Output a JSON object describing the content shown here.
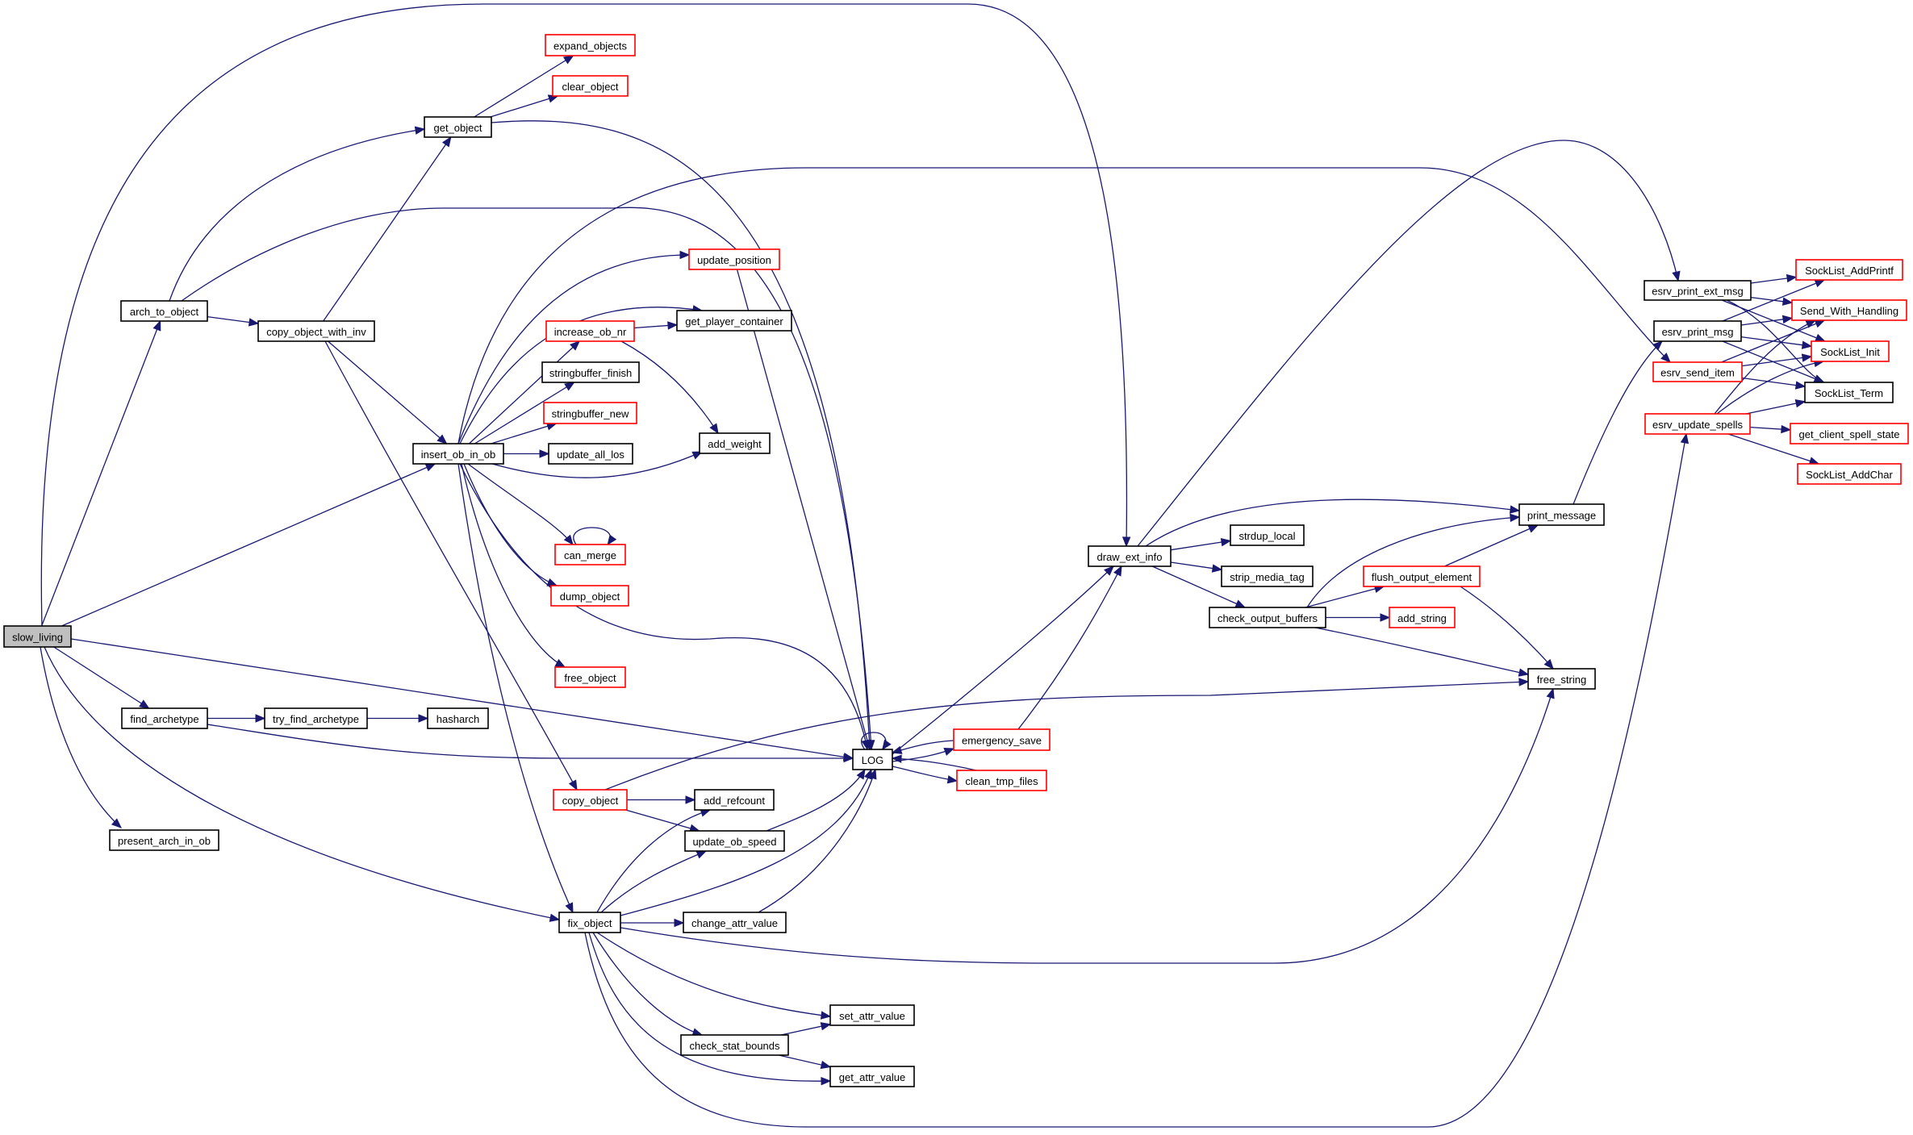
{
  "title": "slow_living call graph",
  "colors": {
    "edge": "#191970",
    "documented_border": "#000000",
    "undocumented_border": "#ff0000",
    "root_fill": "#bfbfbf",
    "node_fill": "#ffffff"
  },
  "nodes": [
    {
      "id": "slow_living",
      "label": "slow_living",
      "root": true,
      "red": false
    },
    {
      "id": "arch_to_object",
      "label": "arch_to_object",
      "red": false
    },
    {
      "id": "copy_object_with_inv",
      "label": "copy_object_with_inv",
      "red": false
    },
    {
      "id": "get_object",
      "label": "get_object",
      "red": false
    },
    {
      "id": "expand_objects",
      "label": "expand_objects",
      "red": true
    },
    {
      "id": "clear_object",
      "label": "clear_object",
      "red": true
    },
    {
      "id": "insert_ob_in_ob",
      "label": "insert_ob_in_ob",
      "red": false
    },
    {
      "id": "update_position",
      "label": "update_position",
      "red": true
    },
    {
      "id": "increase_ob_nr",
      "label": "increase_ob_nr",
      "red": true
    },
    {
      "id": "get_player_container",
      "label": "get_player_container",
      "red": false
    },
    {
      "id": "stringbuffer_finish",
      "label": "stringbuffer_finish",
      "red": false
    },
    {
      "id": "stringbuffer_new",
      "label": "stringbuffer_new",
      "red": true
    },
    {
      "id": "update_all_los",
      "label": "update_all_los",
      "red": false
    },
    {
      "id": "add_weight",
      "label": "add_weight",
      "red": false
    },
    {
      "id": "can_merge",
      "label": "can_merge",
      "red": true
    },
    {
      "id": "dump_object",
      "label": "dump_object",
      "red": true
    },
    {
      "id": "free_object",
      "label": "free_object",
      "red": true
    },
    {
      "id": "find_archetype",
      "label": "find_archetype",
      "red": false
    },
    {
      "id": "try_find_archetype",
      "label": "try_find_archetype",
      "red": false
    },
    {
      "id": "hasharch",
      "label": "hasharch",
      "red": false
    },
    {
      "id": "present_arch_in_ob",
      "label": "present_arch_in_ob",
      "red": false
    },
    {
      "id": "copy_object",
      "label": "copy_object",
      "red": true
    },
    {
      "id": "add_refcount",
      "label": "add_refcount",
      "red": false
    },
    {
      "id": "update_ob_speed",
      "label": "update_ob_speed",
      "red": false
    },
    {
      "id": "fix_object",
      "label": "fix_object",
      "red": false
    },
    {
      "id": "change_attr_value",
      "label": "change_attr_value",
      "red": false
    },
    {
      "id": "set_attr_value",
      "label": "set_attr_value",
      "red": false
    },
    {
      "id": "check_stat_bounds",
      "label": "check_stat_bounds",
      "red": false
    },
    {
      "id": "get_attr_value",
      "label": "get_attr_value",
      "red": false
    },
    {
      "id": "LOG",
      "label": "LOG",
      "red": false
    },
    {
      "id": "emergency_save",
      "label": "emergency_save",
      "red": true
    },
    {
      "id": "clean_tmp_files",
      "label": "clean_tmp_files",
      "red": true
    },
    {
      "id": "draw_ext_info",
      "label": "draw_ext_info",
      "red": false
    },
    {
      "id": "strdup_local",
      "label": "strdup_local",
      "red": false
    },
    {
      "id": "strip_media_tag",
      "label": "strip_media_tag",
      "red": false
    },
    {
      "id": "check_output_buffers",
      "label": "check_output_buffers",
      "red": false
    },
    {
      "id": "flush_output_element",
      "label": "flush_output_element",
      "red": true
    },
    {
      "id": "add_string",
      "label": "add_string",
      "red": true
    },
    {
      "id": "print_message",
      "label": "print_message",
      "red": false
    },
    {
      "id": "free_string",
      "label": "free_string",
      "red": false
    },
    {
      "id": "esrv_print_ext_msg",
      "label": "esrv_print_ext_msg",
      "red": false
    },
    {
      "id": "esrv_print_msg",
      "label": "esrv_print_msg",
      "red": false
    },
    {
      "id": "esrv_send_item",
      "label": "esrv_send_item",
      "red": true
    },
    {
      "id": "esrv_update_spells",
      "label": "esrv_update_spells",
      "red": true
    },
    {
      "id": "SockList_AddPrintf",
      "label": "SockList_AddPrintf",
      "red": true
    },
    {
      "id": "Send_With_Handling",
      "label": "Send_With_Handling",
      "red": true
    },
    {
      "id": "SockList_Init",
      "label": "SockList_Init",
      "red": true
    },
    {
      "id": "SockList_Term",
      "label": "SockList_Term",
      "red": false
    },
    {
      "id": "get_client_spell_state",
      "label": "get_client_spell_state",
      "red": true
    },
    {
      "id": "SockList_AddChar",
      "label": "SockList_AddChar",
      "red": true
    }
  ],
  "edges": [
    [
      "slow_living",
      "draw_ext_info"
    ],
    [
      "slow_living",
      "arch_to_object"
    ],
    [
      "slow_living",
      "insert_ob_in_ob"
    ],
    [
      "slow_living",
      "LOG"
    ],
    [
      "slow_living",
      "find_archetype"
    ],
    [
      "slow_living",
      "present_arch_in_ob"
    ],
    [
      "slow_living",
      "fix_object"
    ],
    [
      "arch_to_object",
      "get_object"
    ],
    [
      "arch_to_object",
      "copy_object_with_inv"
    ],
    [
      "arch_to_object",
      "LOG"
    ],
    [
      "copy_object_with_inv",
      "get_object"
    ],
    [
      "copy_object_with_inv",
      "insert_ob_in_ob"
    ],
    [
      "copy_object_with_inv",
      "copy_object"
    ],
    [
      "get_object",
      "expand_objects"
    ],
    [
      "get_object",
      "clear_object"
    ],
    [
      "get_object",
      "LOG"
    ],
    [
      "insert_ob_in_ob",
      "esrv_send_item"
    ],
    [
      "insert_ob_in_ob",
      "update_position"
    ],
    [
      "insert_ob_in_ob",
      "get_player_container"
    ],
    [
      "insert_ob_in_ob",
      "increase_ob_nr"
    ],
    [
      "insert_ob_in_ob",
      "stringbuffer_finish"
    ],
    [
      "insert_ob_in_ob",
      "stringbuffer_new"
    ],
    [
      "insert_ob_in_ob",
      "update_all_los"
    ],
    [
      "insert_ob_in_ob",
      "add_weight"
    ],
    [
      "insert_ob_in_ob",
      "can_merge"
    ],
    [
      "insert_ob_in_ob",
      "dump_object"
    ],
    [
      "insert_ob_in_ob",
      "free_object"
    ],
    [
      "insert_ob_in_ob",
      "LOG"
    ],
    [
      "insert_ob_in_ob",
      "fix_object"
    ],
    [
      "increase_ob_nr",
      "get_player_container"
    ],
    [
      "increase_ob_nr",
      "add_weight"
    ],
    [
      "update_position",
      "LOG"
    ],
    [
      "can_merge",
      "can_merge"
    ],
    [
      "find_archetype",
      "try_find_archetype"
    ],
    [
      "find_archetype",
      "LOG"
    ],
    [
      "try_find_archetype",
      "hasharch"
    ],
    [
      "copy_object",
      "add_refcount"
    ],
    [
      "copy_object",
      "update_ob_speed"
    ],
    [
      "copy_object",
      "free_string"
    ],
    [
      "update_ob_speed",
      "LOG"
    ],
    [
      "fix_object",
      "add_refcount"
    ],
    [
      "fix_object",
      "update_ob_speed"
    ],
    [
      "fix_object",
      "LOG"
    ],
    [
      "fix_object",
      "change_attr_value"
    ],
    [
      "fix_object",
      "free_string"
    ],
    [
      "fix_object",
      "set_attr_value"
    ],
    [
      "fix_object",
      "check_stat_bounds"
    ],
    [
      "fix_object",
      "get_attr_value"
    ],
    [
      "fix_object",
      "esrv_update_spells"
    ],
    [
      "change_attr_value",
      "LOG"
    ],
    [
      "check_stat_bounds",
      "set_attr_value"
    ],
    [
      "check_stat_bounds",
      "get_attr_value"
    ],
    [
      "LOG",
      "LOG"
    ],
    [
      "LOG",
      "draw_ext_info"
    ],
    [
      "LOG",
      "emergency_save"
    ],
    [
      "LOG",
      "clean_tmp_files"
    ],
    [
      "emergency_save",
      "LOG"
    ],
    [
      "emergency_save",
      "draw_ext_info"
    ],
    [
      "clean_tmp_files",
      "LOG"
    ],
    [
      "draw_ext_info",
      "esrv_print_ext_msg"
    ],
    [
      "draw_ext_info",
      "print_message"
    ],
    [
      "draw_ext_info",
      "strdup_local"
    ],
    [
      "draw_ext_info",
      "strip_media_tag"
    ],
    [
      "draw_ext_info",
      "check_output_buffers"
    ],
    [
      "check_output_buffers",
      "print_message"
    ],
    [
      "check_output_buffers",
      "flush_output_element"
    ],
    [
      "check_output_buffers",
      "add_string"
    ],
    [
      "check_output_buffers",
      "free_string"
    ],
    [
      "flush_output_element",
      "print_message"
    ],
    [
      "flush_output_element",
      "free_string"
    ],
    [
      "print_message",
      "esrv_print_msg"
    ],
    [
      "esrv_print_ext_msg",
      "SockList_AddPrintf"
    ],
    [
      "esrv_print_ext_msg",
      "Send_With_Handling"
    ],
    [
      "esrv_print_ext_msg",
      "SockList_Init"
    ],
    [
      "esrv_print_ext_msg",
      "SockList_Term"
    ],
    [
      "esrv_print_msg",
      "SockList_AddPrintf"
    ],
    [
      "esrv_print_msg",
      "Send_With_Handling"
    ],
    [
      "esrv_print_msg",
      "SockList_Init"
    ],
    [
      "esrv_print_msg",
      "SockList_Term"
    ],
    [
      "esrv_send_item",
      "Send_With_Handling"
    ],
    [
      "esrv_send_item",
      "SockList_Init"
    ],
    [
      "esrv_send_item",
      "SockList_Term"
    ],
    [
      "esrv_update_spells",
      "Send_With_Handling"
    ],
    [
      "esrv_update_spells",
      "SockList_Init"
    ],
    [
      "esrv_update_spells",
      "SockList_Term"
    ],
    [
      "esrv_update_spells",
      "get_client_spell_state"
    ],
    [
      "esrv_update_spells",
      "SockList_AddChar"
    ]
  ]
}
